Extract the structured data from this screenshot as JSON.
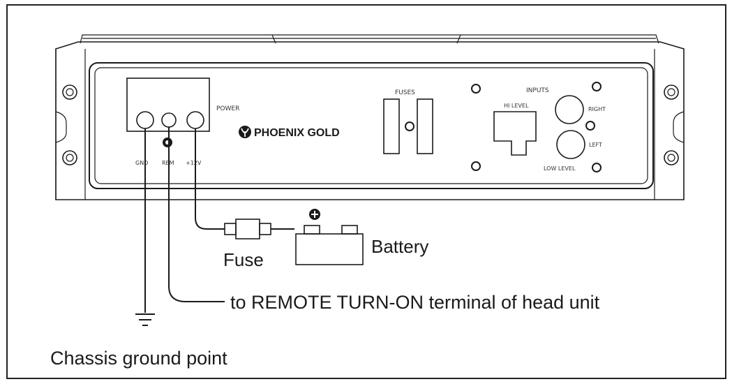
{
  "amplifier": {
    "power_label": "POWER",
    "terminals": [
      "GND",
      "REM",
      "+12V"
    ],
    "brand": "PHOENIX GOLD",
    "fuses_label": "FUSES",
    "inputs_label": "INPUTS",
    "hi_level_label": "HI LEVEL",
    "low_level_label": "LOW LEVEL",
    "right_label": "RIGHT",
    "left_label": "LEFT"
  },
  "wiring": {
    "fuse_label": "Fuse",
    "battery_label": "Battery",
    "remote_label": "to REMOTE TURN-ON terminal of head unit",
    "ground_label": "Chassis ground point"
  },
  "icons": [
    "phoenix-logo-icon",
    "ground-symbol-icon",
    "plus-terminal-icon"
  ]
}
